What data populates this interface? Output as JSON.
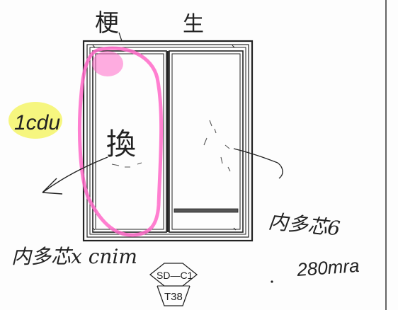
{
  "header": {
    "left_char": "梗",
    "right_char": "生"
  },
  "left_note": "1cdu",
  "center_mark": "換",
  "bottom_left_note": "内多芯x cnim",
  "bottom_right_note_line1": "内多芯6",
  "bottom_right_note_line2": "280mra",
  "stamp": {
    "top": "SD—C1",
    "bottom": "T38"
  },
  "colors": {
    "ink": "#222222",
    "highlight_pink": "#ff69c8",
    "highlight_yellow": "#f2f23c",
    "paper": "#fdfdfd"
  }
}
